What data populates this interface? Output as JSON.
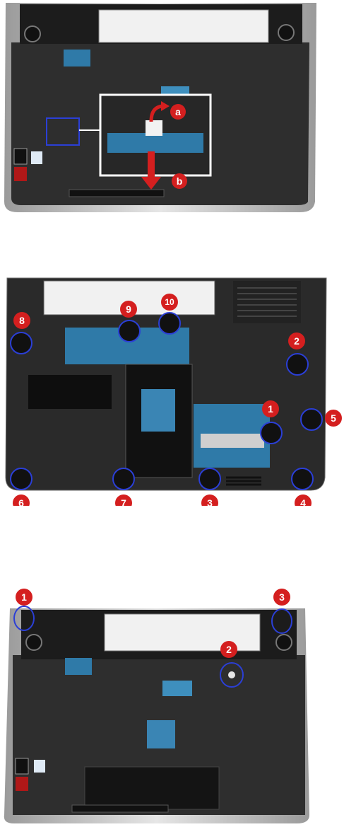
{
  "figures": [
    {
      "name": "palmrest-top-cable-disconnect",
      "callouts": [
        {
          "label": "a",
          "meaning": "lift connector latch"
        },
        {
          "label": "b",
          "meaning": "pull cable out"
        }
      ]
    },
    {
      "name": "base-bottom-screws",
      "callouts": [
        "1",
        "2",
        "3",
        "4",
        "5",
        "6",
        "7",
        "8",
        "9",
        "10"
      ]
    },
    {
      "name": "palmrest-top-screws",
      "callouts": [
        "1",
        "2",
        "3"
      ]
    }
  ],
  "colors": {
    "callout_fill": "#d41f1f",
    "highlight_ring": "#2b3fd6",
    "chassis_dark": "#2a2a2a",
    "chassis_silver": "#c9c9c9",
    "board_blue": "#2f7aa8"
  },
  "icons": [
    "arrow-up-curved-icon",
    "arrow-down-icon",
    "screw-icon"
  ]
}
